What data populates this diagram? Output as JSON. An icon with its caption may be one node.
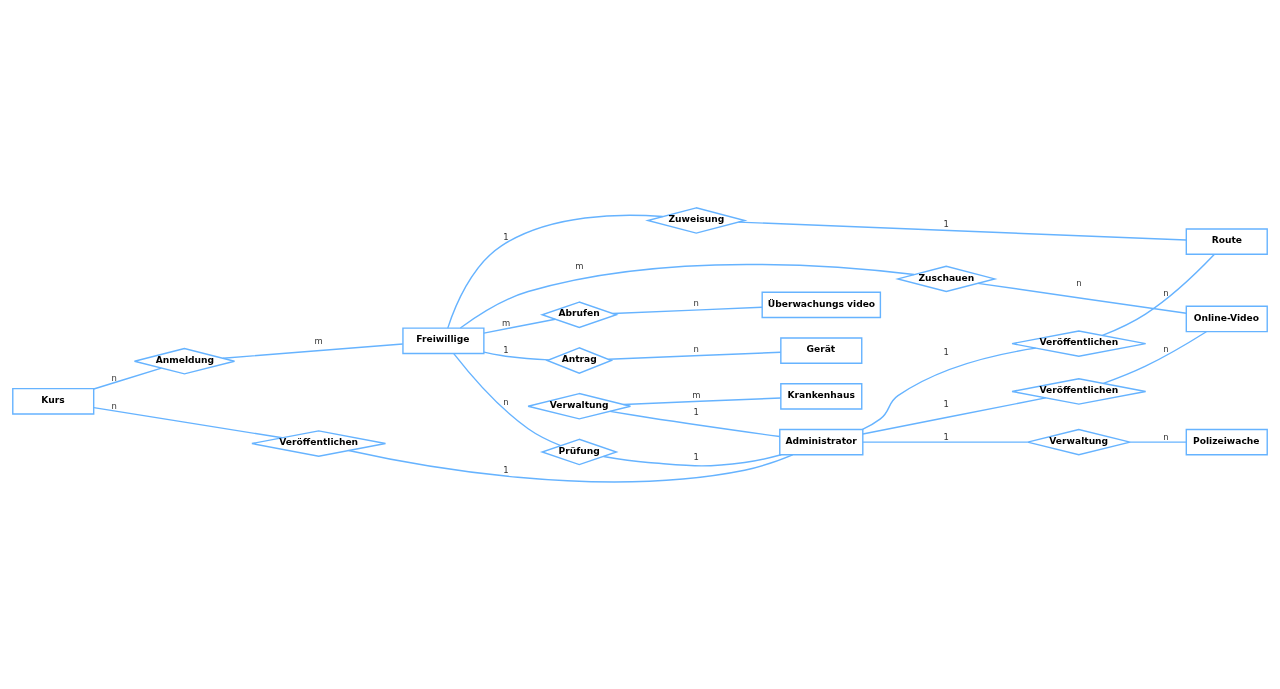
{
  "diagram": {
    "nodes": [
      {
        "text": [
          "Kurs"
        ]
      },
      {
        "text": [
          "Anmeldung"
        ]
      },
      {
        "text": [
          "Abrufen"
        ]
      },
      {
        "text": [
          "Überwachungs video"
        ]
      },
      {
        "text": [
          "Veröffentlichen"
        ]
      },
      {
        "text": [
          "Freiwillige"
        ]
      },
      {
        "text": [
          "Antrag"
        ]
      },
      {
        "text": [
          "Gerät"
        ]
      },
      {
        "text": [
          "Prüfung"
        ]
      },
      {
        "text": [
          "Zuweisung"
        ]
      },
      {
        "text": [
          "Zuschauen"
        ]
      },
      {
        "text": [
          "Online-Video"
        ]
      },
      {
        "text": [
          "Verwaltung"
        ]
      },
      {
        "text": [
          "Administrator"
        ]
      },
      {
        "text": [
          "Veröffentlichen"
        ]
      },
      {
        "text": [
          "Route"
        ]
      },
      {
        "text": [
          "Krankenhaus"
        ]
      },
      {
        "text": [
          "Verwaltung"
        ]
      },
      {
        "text": [
          "Veröffentlichen"
        ]
      },
      {
        "text": [
          "Polizeiwache"
        ]
      }
    ],
    "edges": [
      {
        "from": 0,
        "to": 1,
        "arrow": "none",
        "label": "n"
      },
      {
        "from": 1,
        "to": 5,
        "arrow": "none",
        "label": "m"
      },
      {
        "from": 5,
        "to": 2,
        "arrow": "none",
        "label": "m"
      },
      {
        "from": 2,
        "to": 3,
        "arrow": "none",
        "label": "n"
      },
      {
        "from": 0,
        "to": 4,
        "arrow": "none",
        "label": "n"
      },
      {
        "from": 4,
        "to": 13,
        "arrow": "none",
        "label": "1"
      },
      {
        "from": 5,
        "to": 6,
        "arrow": "none",
        "label": "1"
      },
      {
        "from": 6,
        "to": 7,
        "arrow": "none",
        "label": "n"
      },
      {
        "from": 5,
        "to": 8,
        "arrow": "none",
        "label": "n"
      },
      {
        "from": 8,
        "to": 13,
        "arrow": "none",
        "label": "1"
      },
      {
        "from": 5,
        "to": 9,
        "arrow": "none",
        "label": "1"
      },
      {
        "from": 9,
        "to": 15,
        "arrow": "none",
        "label": "1"
      },
      {
        "from": 5,
        "to": 10,
        "arrow": "none",
        "label": "m"
      },
      {
        "from": 10,
        "to": 11,
        "arrow": "none",
        "label": "n"
      },
      {
        "from": 12,
        "to": 13,
        "arrow": "none",
        "label": "1"
      },
      {
        "from": 12,
        "to": 16,
        "arrow": "none",
        "label": "m"
      },
      {
        "from": 13,
        "to": 14,
        "arrow": "none",
        "label": "1"
      },
      {
        "from": 14,
        "to": 15,
        "arrow": "none",
        "label": "n"
      },
      {
        "from": 13,
        "to": 17,
        "arrow": "none",
        "label": "1"
      },
      {
        "from": 17,
        "to": 19,
        "arrow": "none",
        "label": "n"
      },
      {
        "from": 13,
        "to": 18,
        "arrow": "none",
        "label": "1"
      },
      {
        "from": 18,
        "to": 11,
        "arrow": "none",
        "label": "n"
      }
    ]
  }
}
